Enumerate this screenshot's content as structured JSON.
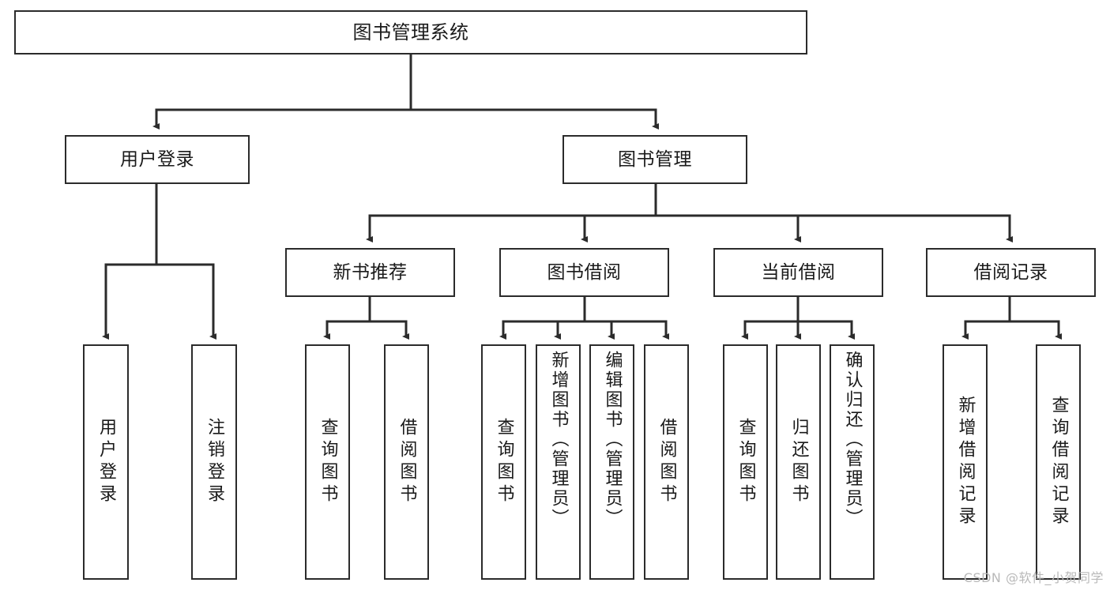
{
  "diagram": {
    "type": "hierarchy-tree",
    "title": "图书管理系统",
    "watermark": "CSDN @软件_小贺同学",
    "colors": {
      "box_border": "#2b2b2b",
      "box_fill": "#ffffff",
      "connector": "#2b2b2b",
      "text": "#1a1a1a",
      "watermark": "#b9b9b9"
    },
    "root": {
      "label": "图书管理系统"
    },
    "level2": [
      {
        "id": "user-login",
        "label": "用户登录"
      },
      {
        "id": "book-management",
        "label": "图书管理"
      }
    ],
    "level3": [
      {
        "id": "new-book-recommend",
        "label": "新书推荐"
      },
      {
        "id": "book-borrow",
        "label": "图书借阅"
      },
      {
        "id": "current-borrow",
        "label": "当前借阅"
      },
      {
        "id": "borrow-record",
        "label": "借阅记录"
      }
    ],
    "leaves": {
      "user_login": [
        {
          "id": "leaf-user-login",
          "label": "用户登录"
        },
        {
          "id": "leaf-logout",
          "label": "注销登录"
        }
      ],
      "new_book_recommend": [
        {
          "id": "leaf-query-book-1",
          "label": "查询图书"
        },
        {
          "id": "leaf-borrow-book-1",
          "label": "借阅图书"
        }
      ],
      "book_borrow": [
        {
          "id": "leaf-query-book-2",
          "label": "查询图书"
        },
        {
          "id": "leaf-add-book",
          "label": "新增图书（管理员）"
        },
        {
          "id": "leaf-edit-book",
          "label": "编辑图书（管理员）"
        },
        {
          "id": "leaf-borrow-book-2",
          "label": "借阅图书"
        }
      ],
      "current_borrow": [
        {
          "id": "leaf-query-book-3",
          "label": "查询图书"
        },
        {
          "id": "leaf-return-book",
          "label": "归还图书"
        },
        {
          "id": "leaf-confirm-return",
          "label": "确认归还（管理员）"
        }
      ],
      "borrow_record": [
        {
          "id": "leaf-add-record",
          "label": "新增借阅记录"
        },
        {
          "id": "leaf-query-record",
          "label": "查询借阅记录"
        }
      ]
    }
  }
}
